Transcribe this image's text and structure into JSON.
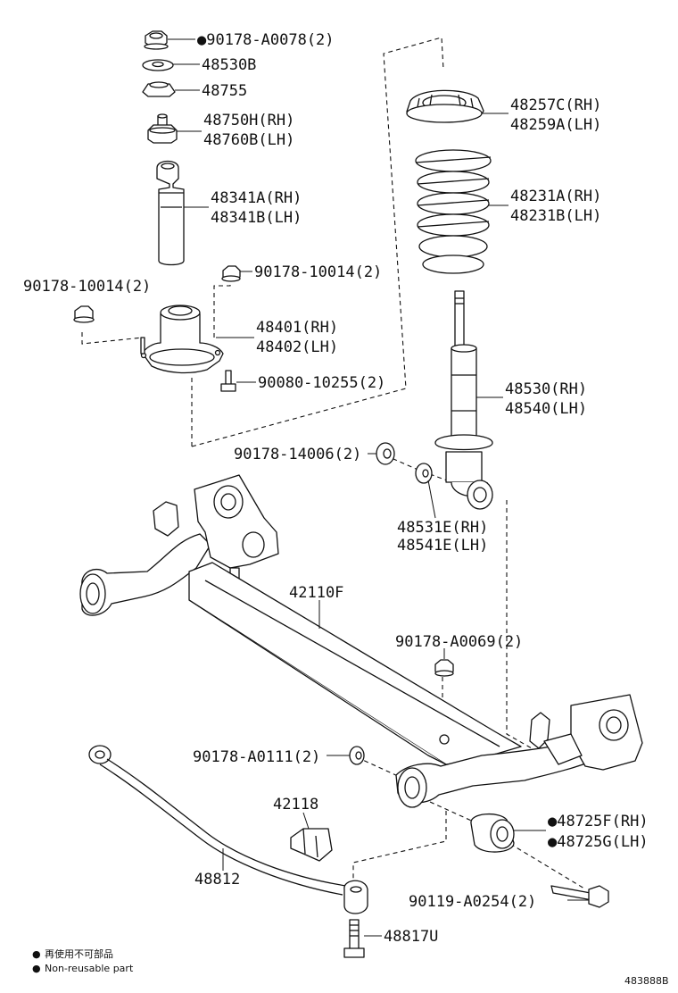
{
  "diagram_code": "483888B",
  "legend": {
    "japanese": "再使用不可部品",
    "english": "Non-reusable part",
    "marker_symbol": "●"
  },
  "parts": {
    "nut_90178A0078": "●90178-A0078(2)",
    "p48530B": "48530B",
    "p48755": "48755",
    "p48750H": "48750H(RH)",
    "p48760B": "48760B(LH)",
    "p48341A": "48341A(RH)",
    "p48341B": "48341B(LH)",
    "nut_90178_10014_left": "90178-10014(2)",
    "nut_90178_10014_right": "90178-10014(2)",
    "p48401": "48401(RH)",
    "p48402": "48402(LH)",
    "bolt_90080_10255": "90080-10255(2)",
    "p48257C": "48257C(RH)",
    "p48259A": "48259A(LH)",
    "p48231A": "48231A(RH)",
    "p48231B": "48231B(LH)",
    "p48530": "48530(RH)",
    "p48540": "48540(LH)",
    "nut_90178_14006": "90178-14006(2)",
    "p48531E": "48531E(RH)",
    "p48541E": "48541E(LH)",
    "p42110F": "42110F",
    "nut_90178A0069": "90178-A0069(2)",
    "nut_90178A0111": "90178-A0111(2)",
    "p42118": "42118",
    "p48725F": "●48725F(RH)",
    "p48725G": "●48725G(LH)",
    "p48812": "48812",
    "bolt_90119A0254": "90119-A0254(2)",
    "p48817U": "48817U"
  }
}
